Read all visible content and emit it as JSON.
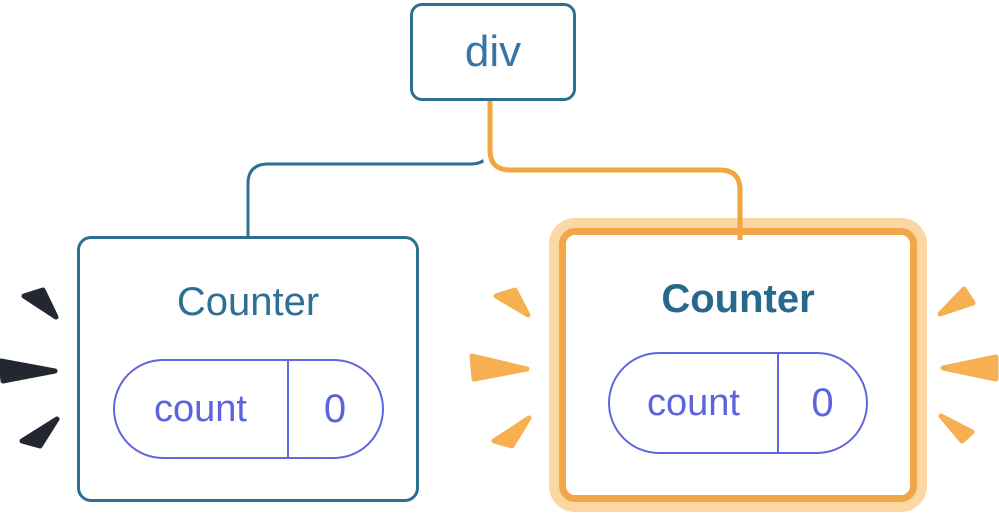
{
  "diagram": {
    "root_node": {
      "label": "div"
    },
    "cards": {
      "left": {
        "title": "Counter",
        "state_key": "count",
        "state_value": "0",
        "highlighted": false
      },
      "right": {
        "title": "Counter",
        "state_key": "count",
        "state_value": "0",
        "highlighted": true
      }
    },
    "connectors": {
      "left_branch": {
        "color": "#2E6F94",
        "style": "thin line from div to left Counter"
      },
      "right_branch": {
        "color": "#F2A63F",
        "casing_color": "#FFFFFF",
        "style": "orange line with white casing from div to right Counter"
      }
    },
    "sparkles": {
      "left_of_left_card": {
        "color": "#23272F",
        "count": 3
      },
      "left_of_right_card": {
        "color": "#F6B051",
        "count": 3
      },
      "right_of_right_card": {
        "color": "#F6B051",
        "count": 3
      }
    },
    "colors": {
      "background": "#FFFFFF",
      "card_background": "#FFFFFF",
      "node_border_blue": "#2E6F94",
      "root_label_blue": "#3874A4",
      "title_blue": "#2D7093",
      "title_blue_bold": "#27698C",
      "state_purple": "#5D63DD",
      "state_border_purple": "#6165DF",
      "highlight_border_orange": "#F2A64A",
      "highlight_glow_orange": "#FAD7A3",
      "connector_orange": "#F2A63F",
      "sparkle_orange": "#F6B051",
      "sparkle_dark": "#23272F"
    }
  }
}
